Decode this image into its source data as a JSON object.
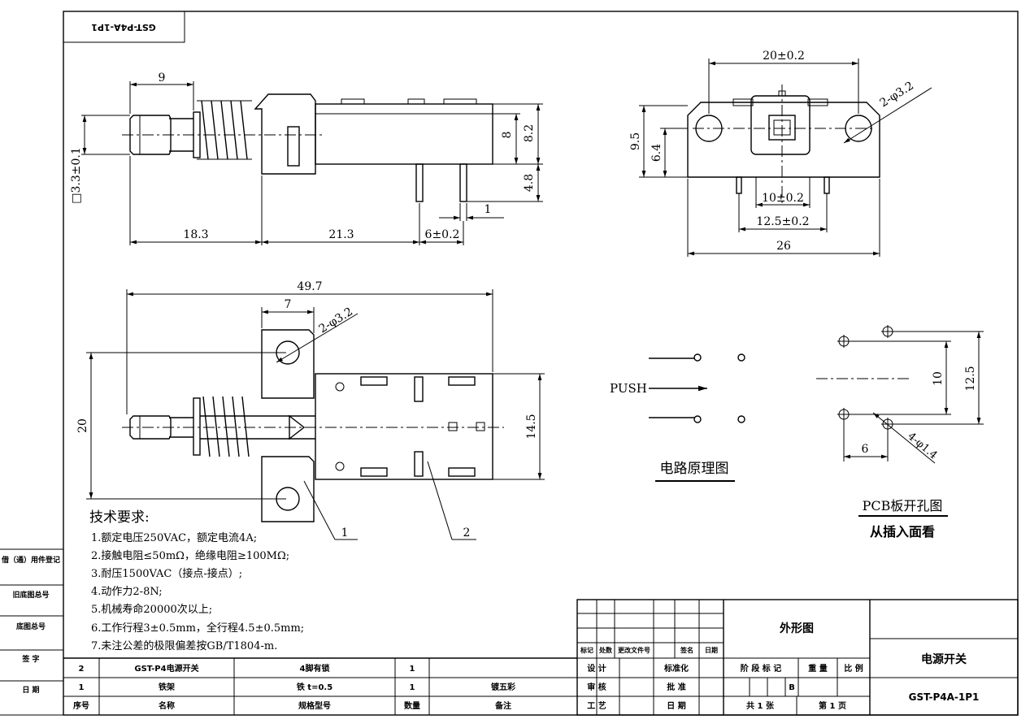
{
  "stamp": "GST-P4A-1P1",
  "side_view": {
    "dim_top": "9",
    "dim_height_8": "8",
    "dim_height_82": "8.2",
    "dim_pin_48": "4.8",
    "dim_square": "□3.3±0.1",
    "dim_pin_1": "1",
    "dim_183": "18.3",
    "dim_213": "21.3",
    "dim_6": "6±0.2"
  },
  "front_view": {
    "dim_20": "20±0.2",
    "dim_hole": "2-φ3.2",
    "dim_95": "9.5",
    "dim_64": "6.4",
    "dim_10": "10±0.2",
    "dim_125": "12.5±0.2",
    "dim_26": "26"
  },
  "top_view": {
    "dim_497": "49.7",
    "dim_7": "7",
    "dim_hole": "2-φ3.2",
    "dim_20": "20",
    "dim_145": "14.5",
    "callout_1": "1",
    "callout_2": "2"
  },
  "circuit": {
    "push_label": "PUSH",
    "title": "电路原理图"
  },
  "pcb": {
    "dim_10": "10",
    "dim_125": "12.5",
    "dim_6": "6",
    "dim_hole": "4-φ1.4",
    "title": "PCB板开孔图",
    "subtitle": "从插入面看"
  },
  "tech": {
    "heading": "技术要求:",
    "items": [
      "1.额定电压250VAC，额定电流4A;",
      "2.接触电阻≤50mΩ，绝缘电阻≥100MΩ;",
      "3.耐压1500VAC（接点-接点）;",
      "4.动作力2-8N;",
      "5.机械寿命20000次以上;",
      "6.工作行程3±0.5mm，全行程4.5±0.5mm;",
      "7.未注公差的极限偏差按GB/T1804-m."
    ]
  },
  "left_margin": [
    "借（通）用件登记",
    "旧底图总号",
    "底图总号",
    "签 字",
    "日 期"
  ],
  "parts_list": {
    "rows": [
      [
        "2",
        "GST-P4电源开关",
        "4脚有锁",
        "1",
        ""
      ],
      [
        "1",
        "铁架",
        "铁 t=0.5",
        "1",
        "镀五彩"
      ]
    ],
    "header": [
      "序号",
      "名称",
      "规格型号",
      "数量",
      "备注"
    ]
  },
  "title_block": {
    "rev_headers": [
      "标记",
      "处数",
      "更改文件号",
      "签名",
      "日期"
    ],
    "design": "设 计",
    "standard": "标准化",
    "check": "审 核",
    "approve": "批 准",
    "craft": "工 艺",
    "date": "日 期",
    "drawing_name": "外形图",
    "stage_mark": "阶 段 标 记",
    "weight": "重 量",
    "scale": "比 例",
    "stage_value": "B",
    "sheets": "共 1 张",
    "sheet_no": "第 1 页",
    "product": "电源开关",
    "part_no": "GST-P4A-1P1"
  }
}
